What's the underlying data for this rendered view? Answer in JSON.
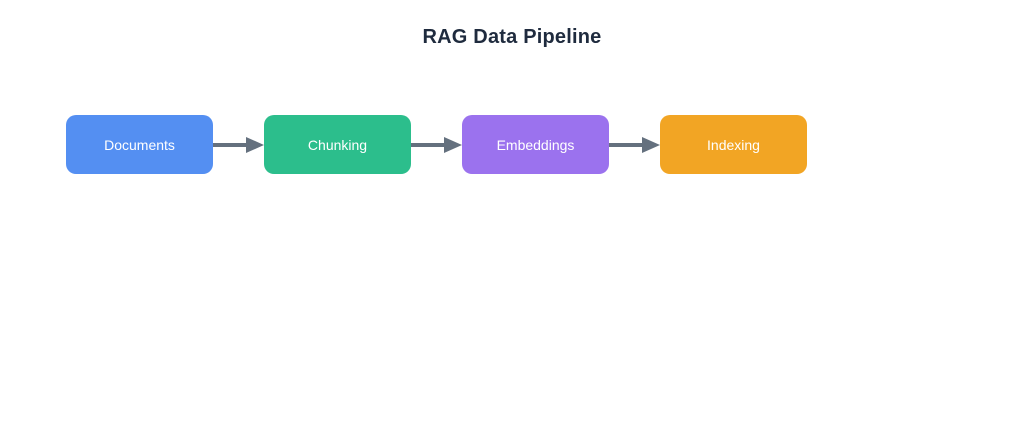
{
  "page": {
    "background_color": "#ffffff"
  },
  "title": {
    "text": "RAG Data Pipeline",
    "color": "#1f2b3e"
  },
  "pipeline": {
    "text_color": "#ffffff",
    "arrow_color": "#64707e",
    "nodes": [
      {
        "id": "documents",
        "label": "Documents",
        "color": "#548ff2"
      },
      {
        "id": "chunking",
        "label": "Chunking",
        "color": "#2cbe8c"
      },
      {
        "id": "embeddings",
        "label": "Embeddings",
        "color": "#9b72ee"
      },
      {
        "id": "indexing",
        "label": "Indexing",
        "color": "#f2a524"
      }
    ]
  }
}
